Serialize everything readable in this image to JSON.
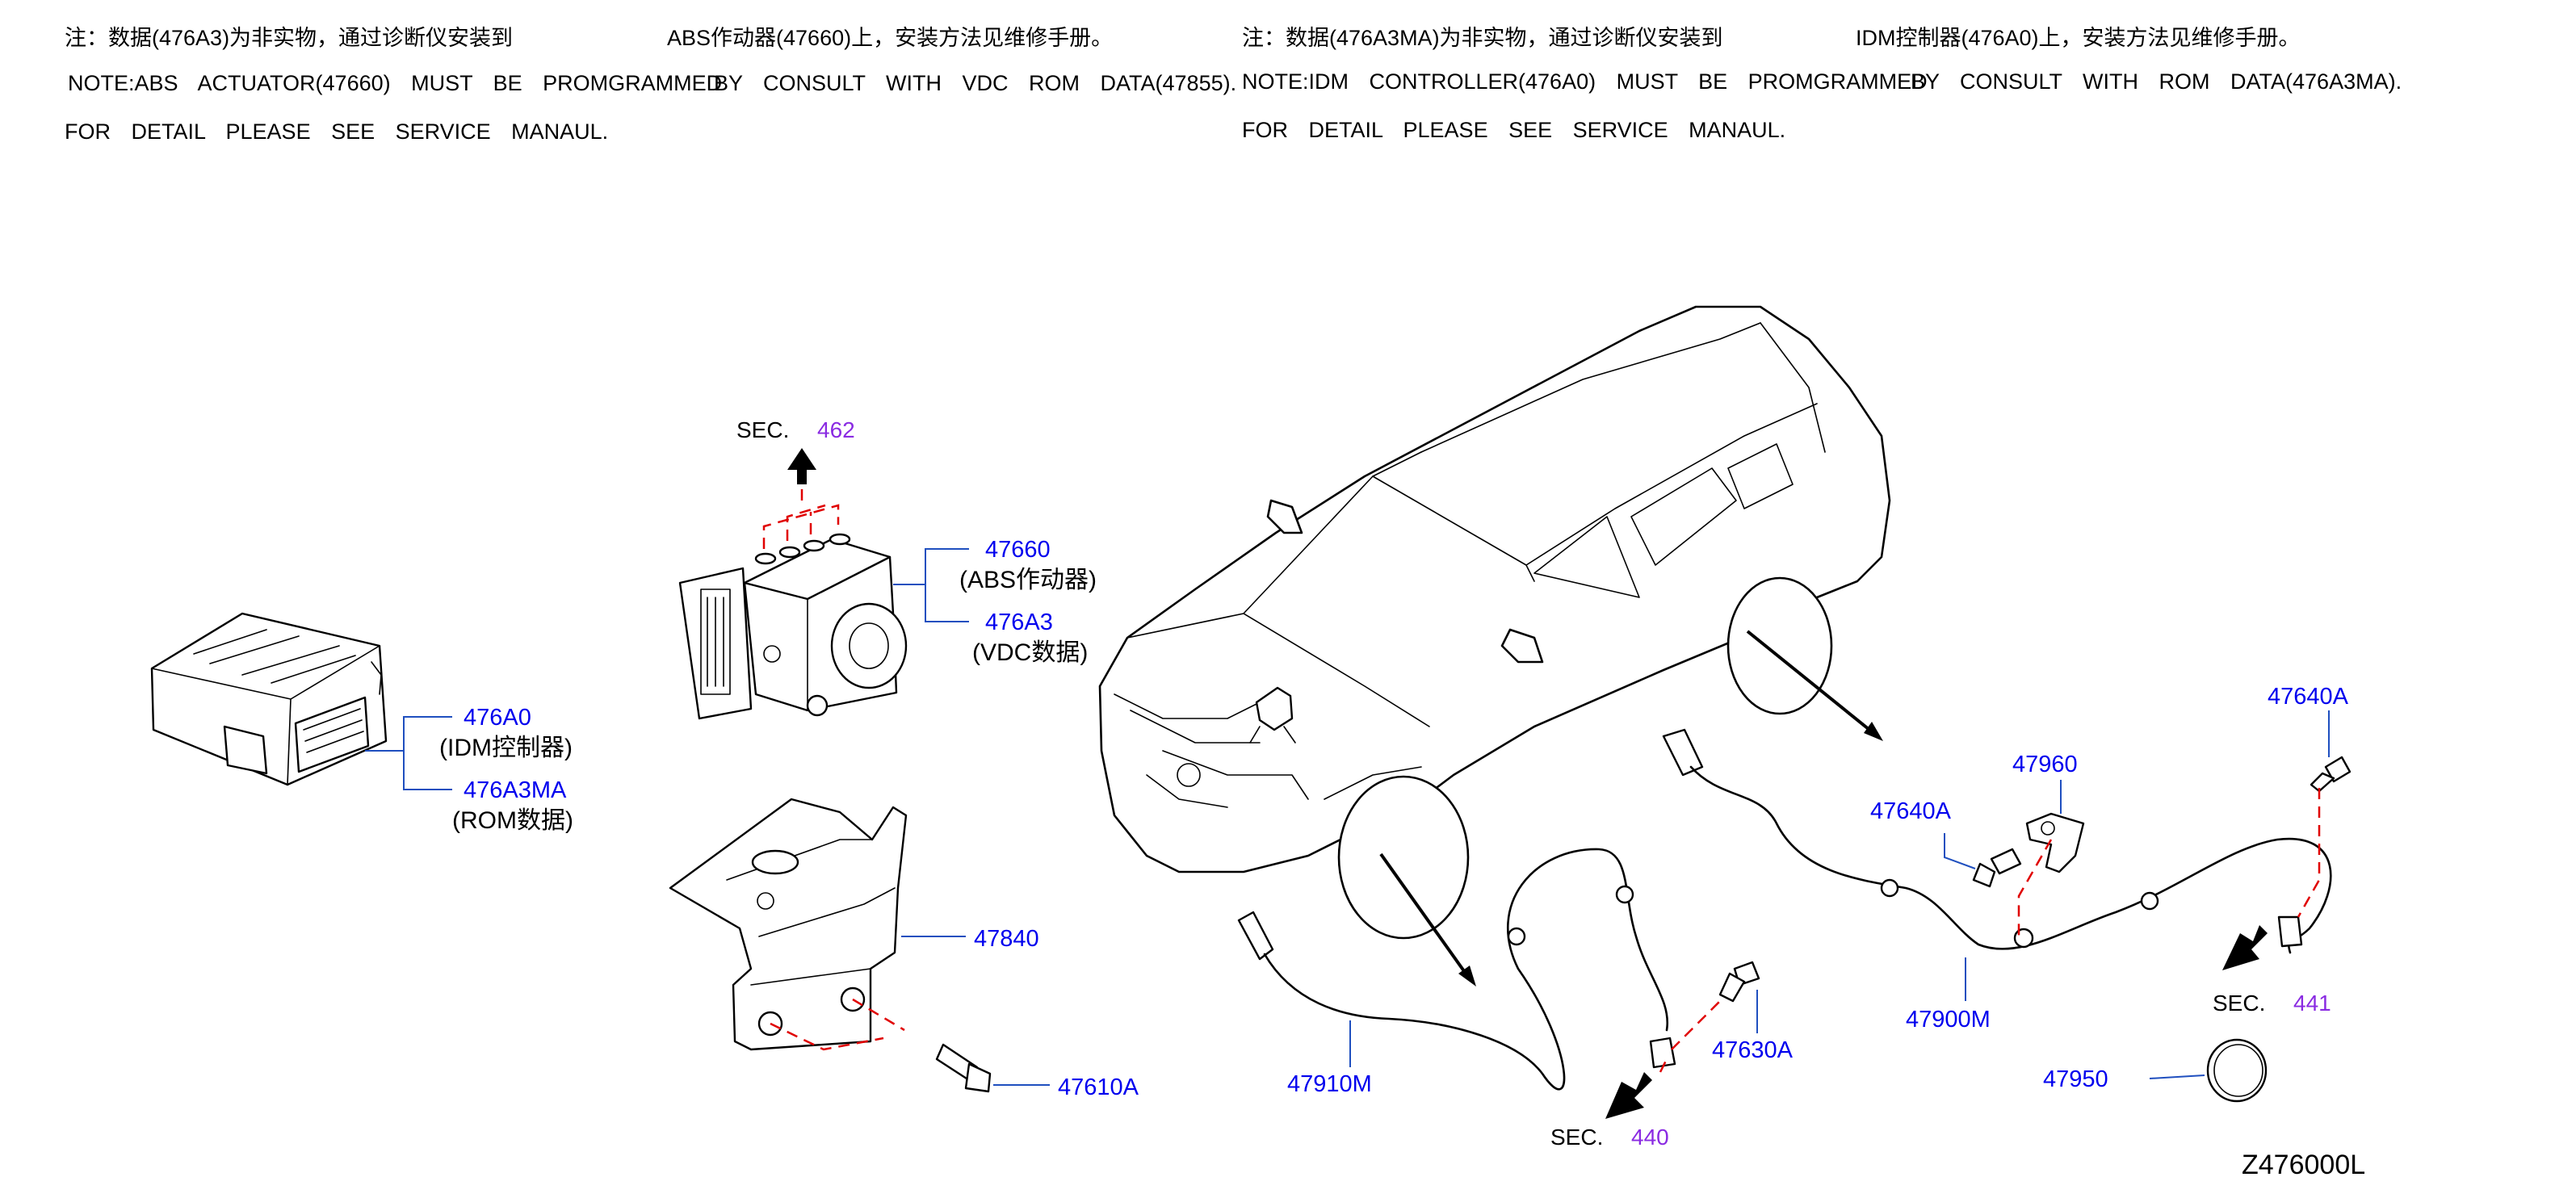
{
  "notes": {
    "left_cn_1": "注：数据(476A3)为非实物，通过诊断仪安装到",
    "left_cn_2": "ABS作动器(47660)上，安装方法见维修手册。",
    "left_en_1": "NOTE:ABS ACTUATOR(47660) MUST BE PROMGRAMMED",
    "left_en_2": "BY CONSULT WITH VDC ROM DATA(47855).",
    "left_en_3": "FOR DETAIL PLEASE SEE SERVICE MANAUL.",
    "right_cn_1": "注：数据(476A3MA)为非实物，通过诊断仪安装到",
    "right_cn_2": "IDM控制器(476A0)上，安装方法见维修手册。",
    "right_en_1": "NOTE:IDM CONTROLLER(476A0) MUST BE PROMGRAMMED",
    "right_en_2": "BY CONSULT WITH ROM DATA(476A3MA).",
    "right_en_3": "FOR DETAIL PLEASE SEE SERVICE MANAUL."
  },
  "sections": {
    "sec_word": "SEC.",
    "sec_462": "462",
    "sec_440": "440",
    "sec_441": "441"
  },
  "parts": {
    "p47660": "47660",
    "p47660_desc": "(ABS作动器)",
    "p476A3": "476A3",
    "p476A3_desc": "(VDC数据)",
    "p476A0": "476A0",
    "p476A0_desc": "(IDM控制器)",
    "p476A3MA": "476A3MA",
    "p476A3MA_desc": "(ROM数据)",
    "p47840": "47840",
    "p47610A": "47610A",
    "p47910M": "47910M",
    "p47630A": "47630A",
    "p47640A_right": "47640A",
    "p47960": "47960",
    "p47640A_mid": "47640A",
    "p47900M": "47900M",
    "p47950": "47950"
  },
  "diagram_code": "Z476000L",
  "colors": {
    "part_number": "#0000ee",
    "section_number": "#8a2be2",
    "leader_line": "#1f4fbf",
    "dashed_line": "#e00000",
    "text": "#000000"
  }
}
